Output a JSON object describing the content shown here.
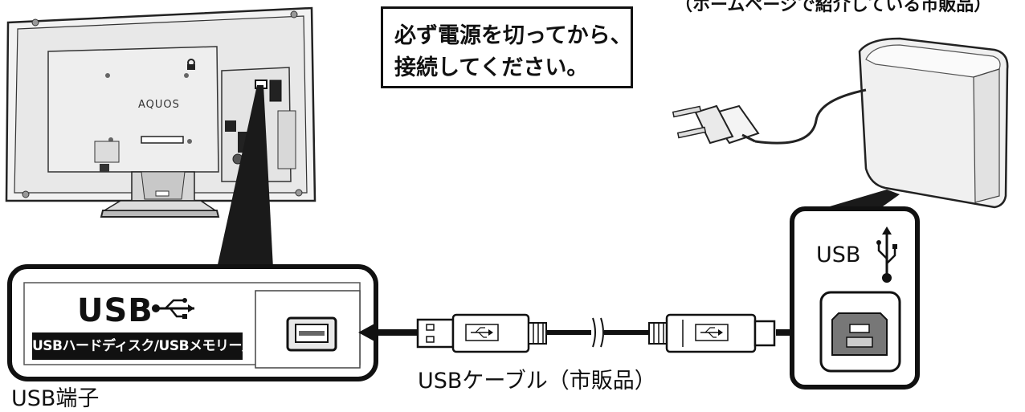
{
  "top_caption": "（ホームページで紹介している市販品）",
  "notice": {
    "line1": "必ず電源を切ってから、",
    "line2": "接続してください。"
  },
  "tv": {
    "brand": "AQUOS"
  },
  "tv_port_panel": {
    "usb_label": "USB",
    "usb_usage_label": "USBハードディスク/USBメモリー用",
    "caption": "USB端子"
  },
  "cable": {
    "caption": "USBケーブル（市販品）"
  },
  "hdd_port_panel": {
    "usb_label": "USB"
  },
  "icons": [
    "usb-trident-icon",
    "power-plug-icon",
    "arrow-left-icon",
    "arrow-right-icon",
    "usb-a-plug-icon",
    "usb-b-plug-icon",
    "usb-b-port-icon",
    "usb-a-port-icon"
  ]
}
